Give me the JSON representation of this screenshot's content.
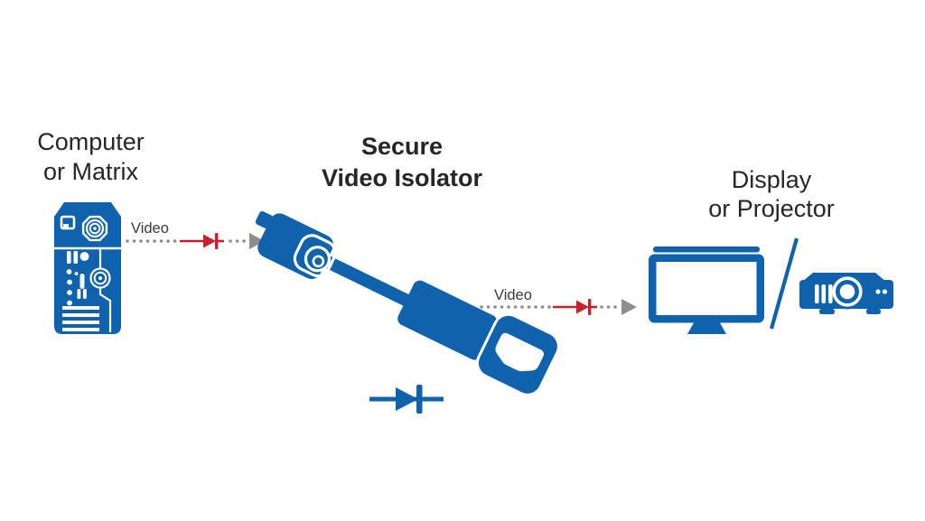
{
  "diagram": {
    "source": {
      "line1": "Computer",
      "line2": "or Matrix"
    },
    "isolator": {
      "line1": "Secure",
      "line2": "Video Isolator"
    },
    "destination": {
      "line1": "Display",
      "line2": "or Projector"
    },
    "link1": {
      "label": "Video"
    },
    "link2": {
      "label": "Video"
    }
  },
  "icons": {
    "source": "computer-tower-icon",
    "isolator": "video-isolator-dongle-icon",
    "isolation_symbol": "diode-icon",
    "link_diode": "diode-icon-red",
    "link_arrowhead": "arrowhead-icon",
    "display": "monitor-icon",
    "projector": "projector-icon",
    "divider": "slash-divider"
  },
  "colors": {
    "device_blue": "#0f62ab",
    "diode_red": "#c9202e",
    "arrow_gray": "#8e8e8e",
    "text_dark": "#262626",
    "video_label": "#3a3a3a",
    "background": "#ffffff"
  }
}
